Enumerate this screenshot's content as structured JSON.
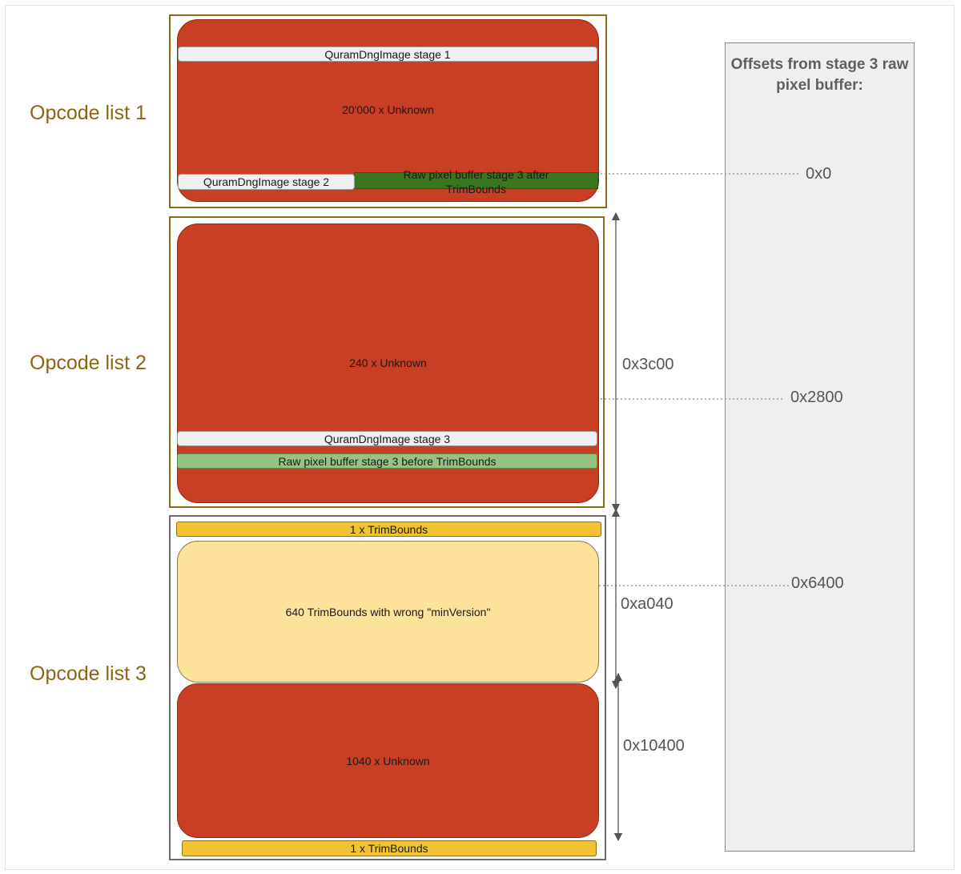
{
  "labels": {
    "list1": "Opcode list 1",
    "list2": "Opcode list 2",
    "list3": "Opcode list 3"
  },
  "list1": {
    "stage1": "QuramDngImage stage 1",
    "block": "20'000 x Unknown",
    "stage2": "QuramDngImage stage 2",
    "raw_after": "Raw pixel buffer stage 3 after TrimBounds"
  },
  "list2": {
    "block": "240 x Unknown",
    "stage3": "QuramDngImage stage 3",
    "raw_before": "Raw pixel buffer stage 3 before TrimBounds"
  },
  "list3": {
    "top_bar": "1 x TrimBounds",
    "yellow_block": "640 TrimBounds with wrong \"minVersion\"",
    "red_block": "1040 x Unknown",
    "bottom_bar": "1 x TrimBounds"
  },
  "sizes": {
    "s1": "0x3c00",
    "s2": "0xa040",
    "s3": "0x10400"
  },
  "offsets_panel": {
    "title": "Offsets from stage 3 raw pixel buffer:",
    "o0": "0x0",
    "o1": "0x2800",
    "o2": "0x6400"
  },
  "colors": {
    "red": "#c93f23",
    "dark_green": "#39761d",
    "light_green": "#94c47d",
    "gold": "#f1c231",
    "yellow": "#fde29a",
    "label_brown": "#8c6414"
  }
}
